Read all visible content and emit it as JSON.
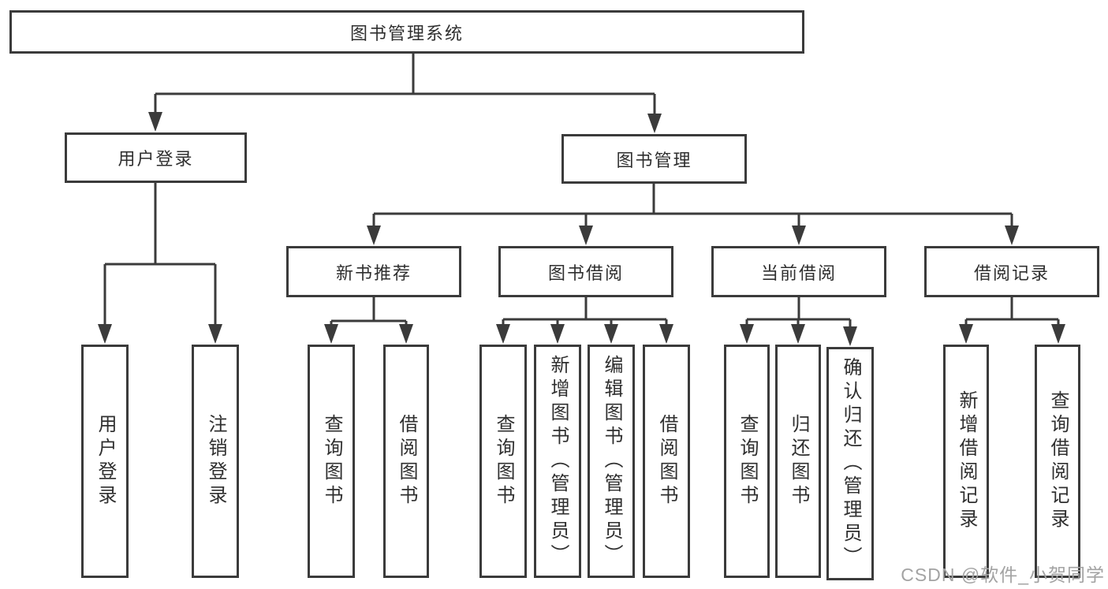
{
  "colors": {
    "line": "#3b3b3b",
    "text": "#2f2f2f",
    "box_fill": "#ffffff",
    "background": "#ffffff",
    "watermark": "#a3a3a3"
  },
  "root": {
    "label": "图书管理系统"
  },
  "groups": [
    {
      "label": "用户登录",
      "children": [
        {
          "label": "用户登录"
        },
        {
          "label": "注销登录"
        }
      ]
    },
    {
      "label": "图书管理",
      "sections": [
        {
          "label": "新书推荐",
          "children": [
            {
              "label": "查询图书"
            },
            {
              "label": "借阅图书"
            }
          ]
        },
        {
          "label": "图书借阅",
          "children": [
            {
              "label": "查询图书"
            },
            {
              "label": "新增图书（管理员）"
            },
            {
              "label": "编辑图书（管理员）"
            },
            {
              "label": "借阅图书"
            }
          ]
        },
        {
          "label": "当前借阅",
          "children": [
            {
              "label": "查询图书"
            },
            {
              "label": "归还图书"
            },
            {
              "label": "确认归还（管理员）"
            }
          ]
        },
        {
          "label": "借阅记录",
          "children": [
            {
              "label": "新增借阅记录"
            },
            {
              "label": "查询借阅记录"
            }
          ]
        }
      ]
    }
  ],
  "watermark": {
    "text": "CSDN @软件_小贺同学"
  }
}
